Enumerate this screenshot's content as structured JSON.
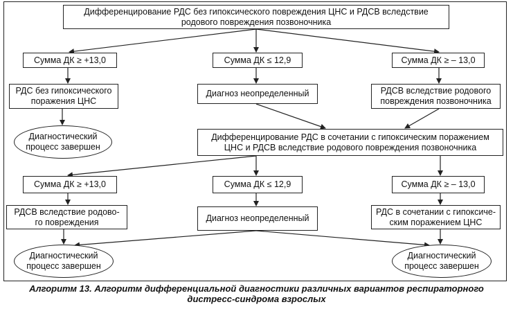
{
  "colors": {
    "line": "#222222",
    "background": "#ffffff"
  },
  "top_box": "Дифференцирование РДС без гипоксического повреждения ЦНС и РДСВ вследствие\nродового повреждения позвоночника",
  "level1": {
    "sum_left": "Сумма ДК ≥ +13,0",
    "sum_mid": "Сумма ДК ≤ 12,9",
    "sum_right": "Сумма ДК ≥ – 13,0",
    "result_left": "РДС без гипоксического\nпоражения ЦНС",
    "result_mid": "Диагноз неопределенный",
    "result_right": "РДСВ вследствие родового\nповреждения позвоночника",
    "end_oval": "Диагностический\nпроцесс завершен"
  },
  "middle_box": "Дифференцирование РДС в сочетании с гипоксическим поражением\nЦНС и РДСВ вследствие родового повреждения позвоночника",
  "level2": {
    "sum_left": "Сумма ДК ≥ +13,0",
    "sum_mid": "Сумма ДК ≤ 12,9",
    "sum_right": "Сумма ДК ≥ – 13,0",
    "result_left": "РДСВ вследствие родово-\nго повреждения",
    "result_mid": "Диагноз неопределенный",
    "result_right": "РДС в сочетании с гипоксиче-\nским поражением ЦНС",
    "end_oval_left": "Диагностический\nпроцесс завершен",
    "end_oval_right": "Диагностический\nпроцесс завершен"
  },
  "caption": "Алгоритм 13. Алгоритм дифференциальной диагностики различных вариантов респираторного\nдистресс-синдрома взрослых"
}
